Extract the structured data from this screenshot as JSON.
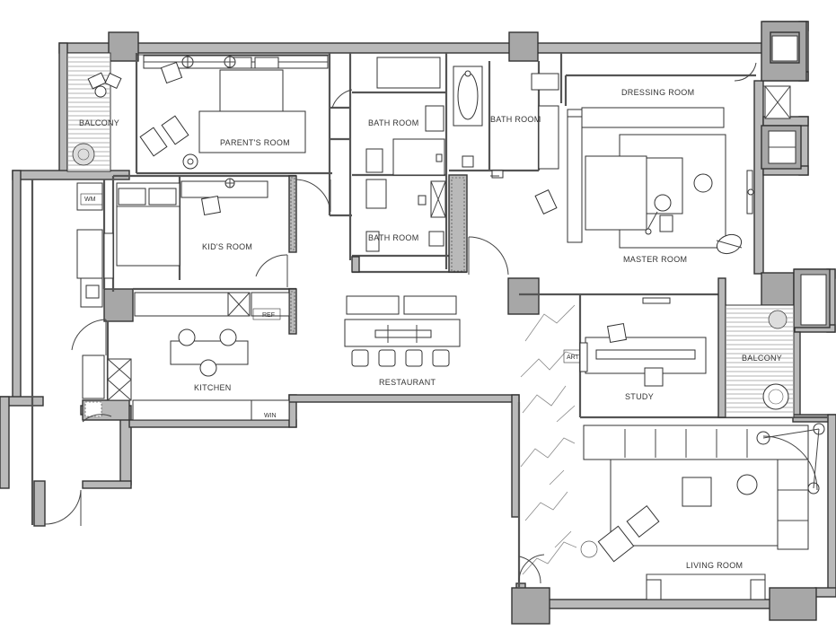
{
  "rooms": {
    "balcony_nw": "BALCONY",
    "parents_room": "PARENT'S ROOM",
    "bath_1": "BATH ROOM",
    "bath_2": "BATH ROOM",
    "bath_3": "BATH ROOM",
    "dressing_room": "DRESSING ROOM",
    "master_room": "MASTER ROOM",
    "kids_room": "KID'S ROOM",
    "kitchen": "KITCHEN",
    "restaurant": "RESTAURANT",
    "study": "STUDY",
    "balcony_e": "BALCONY",
    "living_room": "LIVING ROOM"
  },
  "tags": {
    "washing_machine": "WM",
    "refrigerator": "REF",
    "wine_cabinet": "WIN",
    "art": "ART"
  }
}
